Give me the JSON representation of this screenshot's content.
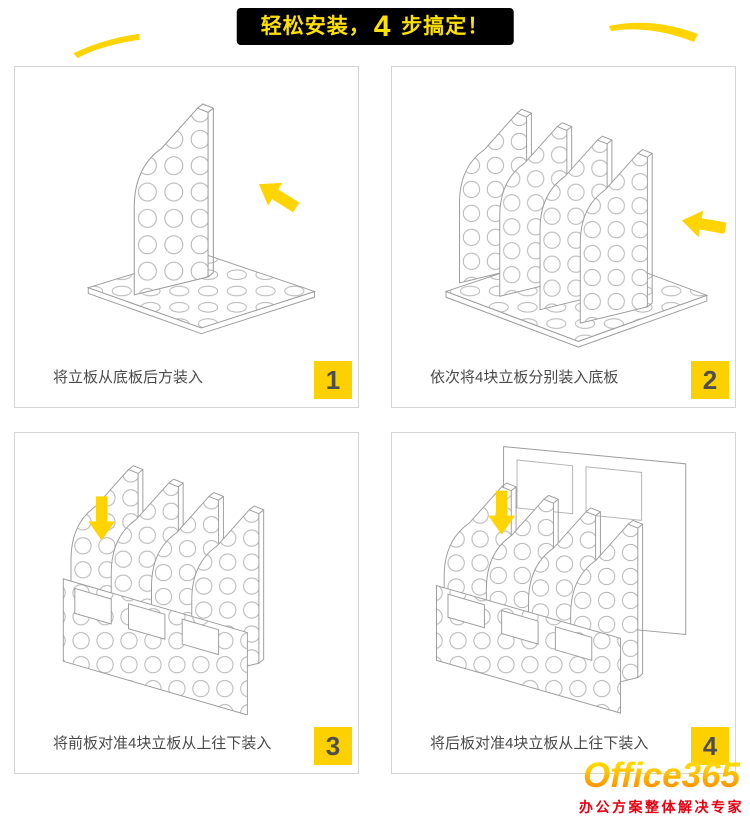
{
  "header": {
    "title_prefix": "轻松安装，",
    "title_number": "4",
    "title_suffix": " 步搞定！"
  },
  "steps": [
    {
      "caption": "将立板从底板后方装入",
      "number": "1"
    },
    {
      "caption": "依次将4块立板分别装入底板",
      "number": "2"
    },
    {
      "caption": "将前板对准4块立板从上往下装入",
      "number": "3"
    },
    {
      "caption": "将后板对准4块立板从上往下装入",
      "number": "4"
    }
  ],
  "footer": {
    "logo_text": "Office365",
    "tagline": "办公方案整体解决专家"
  },
  "icons": [
    "brush-stroke-left",
    "brush-stroke-right",
    "arrow-icon-step1",
    "arrow-icon-step2",
    "arrow-icon-step3",
    "arrow-icon-step4"
  ],
  "colors": {
    "accent_yellow": "#fdd000",
    "arrow_yellow": "#ffd400",
    "banner_bg": "#000000",
    "banner_text": "#ffe100",
    "tagline_red": "#e60012",
    "logo_gradient_top": "#ffd800",
    "logo_gradient_bottom": "#ff8c00",
    "line_art_gray": "#9c9c9c",
    "panel_border": "#d5d5d5"
  }
}
